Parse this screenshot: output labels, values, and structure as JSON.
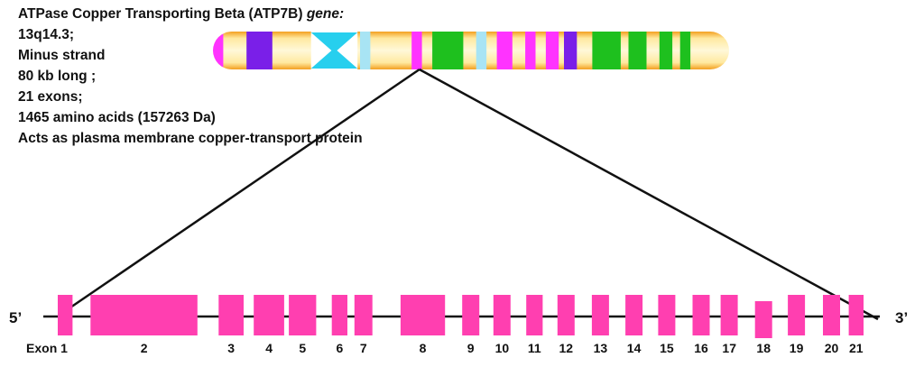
{
  "info": {
    "title_main": "ATPase Copper Transporting Beta (ATP7B)",
    "title_italic": "gene:",
    "lines": [
      "13q14.3;",
      "Minus strand",
      "80 kb long ;",
      "21 exons;",
      "1465 amino acids (157263 Da)",
      "Acts as plasma membrane copper-transport protein"
    ]
  },
  "colors": {
    "exon": "#ff3fb0",
    "band_purple": "#7a1fe8",
    "band_green": "#1ec01e",
    "band_magenta": "#ff33ff",
    "band_cyan": "#2fd0f0",
    "band_lightblue": "#a8e4f4",
    "chromosome_fill": "#fff0b0",
    "chromosome_edge": "#f0a000"
  },
  "gene": {
    "five_prime": "5’",
    "three_prime": "3’",
    "exons": [
      {
        "label": "Exon 1",
        "start": 0.0,
        "end": 1.9,
        "tall": true
      },
      {
        "label": "2",
        "start": 4.2,
        "end": 17.9,
        "tall": true
      },
      {
        "label": "3",
        "start": 20.6,
        "end": 23.8,
        "tall": true
      },
      {
        "label": "4",
        "start": 25.1,
        "end": 29.0,
        "tall": true
      },
      {
        "label": "5",
        "start": 29.6,
        "end": 33.1,
        "tall": true
      },
      {
        "label": "6",
        "start": 35.1,
        "end": 37.1,
        "tall": true
      },
      {
        "label": "7",
        "start": 38.0,
        "end": 40.3,
        "tall": true
      },
      {
        "label": "8",
        "start": 43.9,
        "end": 49.6,
        "tall": true
      },
      {
        "label": "9",
        "start": 51.8,
        "end": 54.0,
        "tall": true
      },
      {
        "label": "10",
        "start": 55.8,
        "end": 58.0,
        "tall": true
      },
      {
        "label": "11",
        "start": 60.0,
        "end": 62.1,
        "tall": true
      },
      {
        "label": "12",
        "start": 64.0,
        "end": 66.2,
        "tall": true
      },
      {
        "label": "13",
        "start": 68.4,
        "end": 70.6,
        "tall": true
      },
      {
        "label": "14",
        "start": 72.7,
        "end": 74.9,
        "tall": true
      },
      {
        "label": "15",
        "start": 76.9,
        "end": 79.1,
        "tall": true
      },
      {
        "label": "16",
        "start": 81.3,
        "end": 83.5,
        "tall": true
      },
      {
        "label": "17",
        "start": 84.9,
        "end": 87.1,
        "tall": true
      },
      {
        "label": "18",
        "start": 89.3,
        "end": 91.5,
        "tall": false
      },
      {
        "label": "19",
        "start": 93.5,
        "end": 95.7,
        "tall": true
      },
      {
        "label": "20",
        "start": 98.0,
        "end": 100.2,
        "tall": true
      },
      {
        "label": "21",
        "start": 101.3,
        "end": 103.2,
        "tall": true
      }
    ]
  },
  "chromosome": {
    "bands": [
      {
        "start": 0.0,
        "end": 2.0,
        "color": "band_magenta"
      },
      {
        "start": 6.5,
        "end": 11.5,
        "color": "band_purple"
      },
      {
        "start": 24.8,
        "end": 26.0,
        "color": "band_lightblue"
      },
      {
        "start": 28.5,
        "end": 30.5,
        "color": "band_lightblue"
      },
      {
        "start": 38.5,
        "end": 40.5,
        "color": "band_magenta"
      },
      {
        "start": 42.5,
        "end": 46.5,
        "color": "band_green"
      },
      {
        "start": 46.5,
        "end": 48.5,
        "color": "band_green"
      },
      {
        "start": 51.0,
        "end": 53.0,
        "color": "band_lightblue"
      },
      {
        "start": 55.0,
        "end": 58.0,
        "color": "band_magenta"
      },
      {
        "start": 60.5,
        "end": 62.5,
        "color": "band_magenta"
      },
      {
        "start": 64.5,
        "end": 67.0,
        "color": "band_magenta"
      },
      {
        "start": 68.0,
        "end": 70.5,
        "color": "band_purple"
      },
      {
        "start": 73.5,
        "end": 79.0,
        "color": "band_green"
      },
      {
        "start": 80.5,
        "end": 84.0,
        "color": "band_green"
      },
      {
        "start": 86.5,
        "end": 89.0,
        "color": "band_green"
      },
      {
        "start": 90.5,
        "end": 92.5,
        "color": "band_green"
      }
    ],
    "centromere": {
      "start": 19.0,
      "end": 28.0
    },
    "zoom_from": 40.0
  }
}
